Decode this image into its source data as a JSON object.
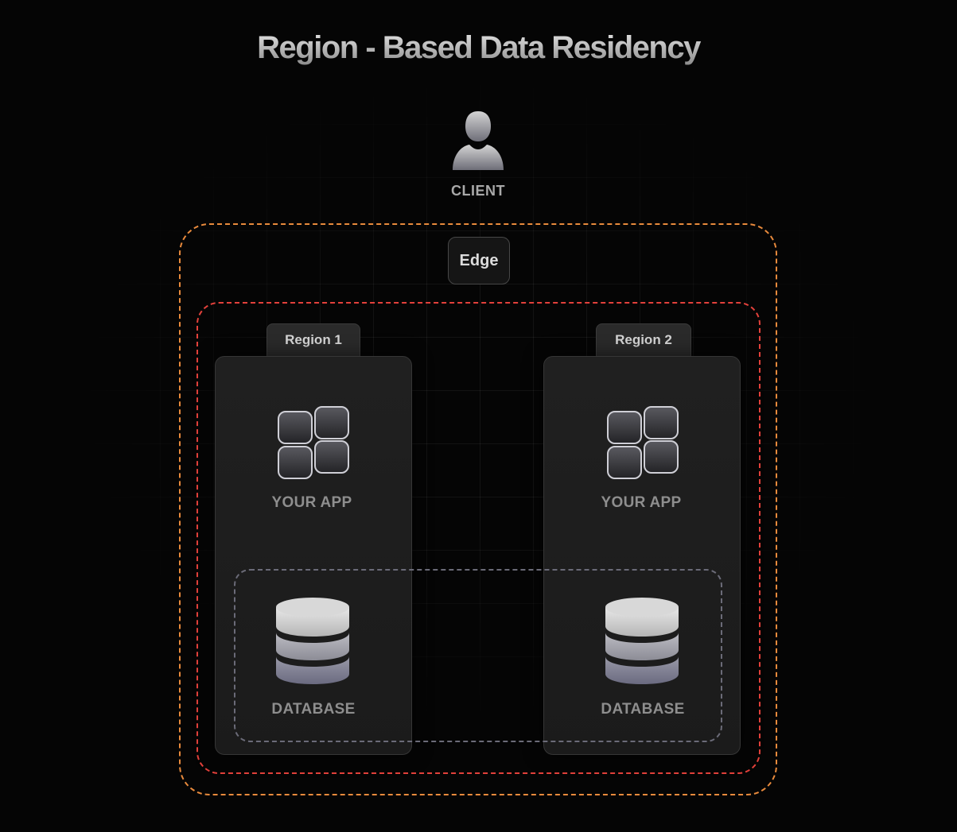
{
  "title": "Region - Based  Data Residency",
  "client": {
    "label": "CLIENT",
    "icon": "user-icon"
  },
  "edge": {
    "label": "Edge"
  },
  "regions": [
    {
      "tab": "Region 1",
      "app_label": "YOUR APP",
      "app_icon": "app-grid-icon",
      "db_label": "DATABASE",
      "db_icon": "database-icon"
    },
    {
      "tab": "Region 2",
      "app_label": "YOUR APP",
      "app_icon": "app-grid-icon",
      "db_label": "DATABASE",
      "db_icon": "database-icon"
    }
  ],
  "colors": {
    "background": "#050505",
    "edge_border": "#e88a3c",
    "region_border": "#e3413b",
    "database_group_border": "#6b6b78",
    "label_text": "#8e8e8e"
  }
}
